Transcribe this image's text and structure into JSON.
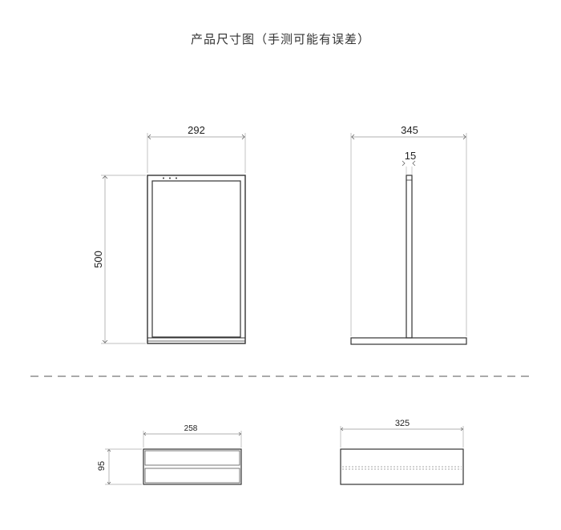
{
  "title": "产品尺寸图（手测可能有误差）",
  "colors": {
    "line": "#333333",
    "dim": "#999999",
    "dash": "#777777",
    "text": "#222222"
  },
  "top_front": {
    "width_label": "292",
    "height_label": "500"
  },
  "top_side": {
    "width_label": "345",
    "thickness_label": "15"
  },
  "bottom_front": {
    "width_label": "258",
    "height_label": "95"
  },
  "bottom_side": {
    "width_label": "325"
  }
}
